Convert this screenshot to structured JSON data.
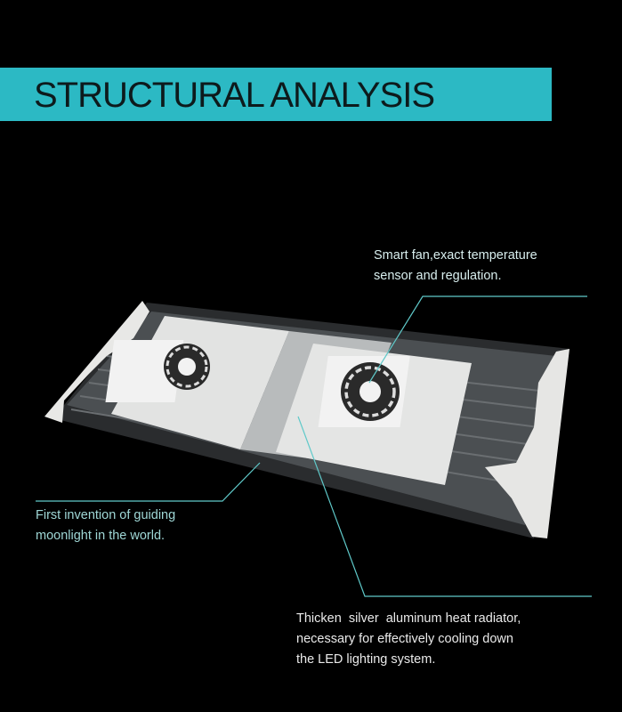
{
  "title": "STRUCTURAL ANALYSIS",
  "colors": {
    "banner": "#2cb9c4",
    "callout_line": "#5fc9c9"
  },
  "annotations": {
    "fan": [
      "Smart fan,exact temperature",
      "sensor and regulation."
    ],
    "moonlight": [
      "First invention of guiding",
      "moonlight in the world."
    ],
    "radiator": [
      "Thicken  silver  aluminum heat radiator,",
      "necessary for effectively cooling down",
      "the LED lighting system."
    ]
  }
}
